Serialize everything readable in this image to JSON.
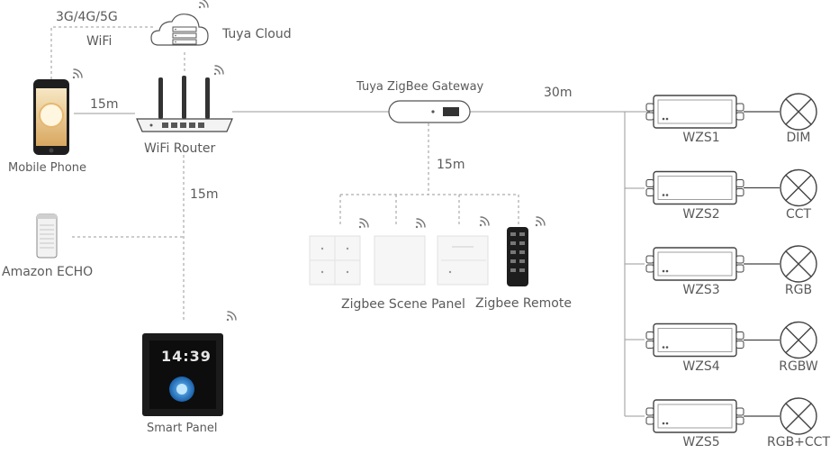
{
  "labels": {
    "network": "3G/4G/5G",
    "wifi": "WiFi",
    "cloud": "Tuya Cloud",
    "phone_distance": "15m",
    "mobile_phone": "Mobile Phone",
    "router": "WiFi Router",
    "router_distance": "15m",
    "amazon_echo": "Amazon ECHO",
    "smart_panel": "Smart Panel",
    "panel_time": "14:39",
    "gateway": "Tuya ZigBee Gateway",
    "gateway_distance": "15m",
    "driver_distance": "30m",
    "scene_panel": "Zigbee Scene Panel",
    "remote": "Zigbee Remote"
  },
  "drivers": [
    {
      "name": "WZS1",
      "load": "DIM"
    },
    {
      "name": "WZS2",
      "load": "CCT"
    },
    {
      "name": "WZS3",
      "load": "RGB"
    },
    {
      "name": "WZS4",
      "load": "RGBW"
    },
    {
      "name": "WZS5",
      "load": "RGB+CCT"
    }
  ]
}
